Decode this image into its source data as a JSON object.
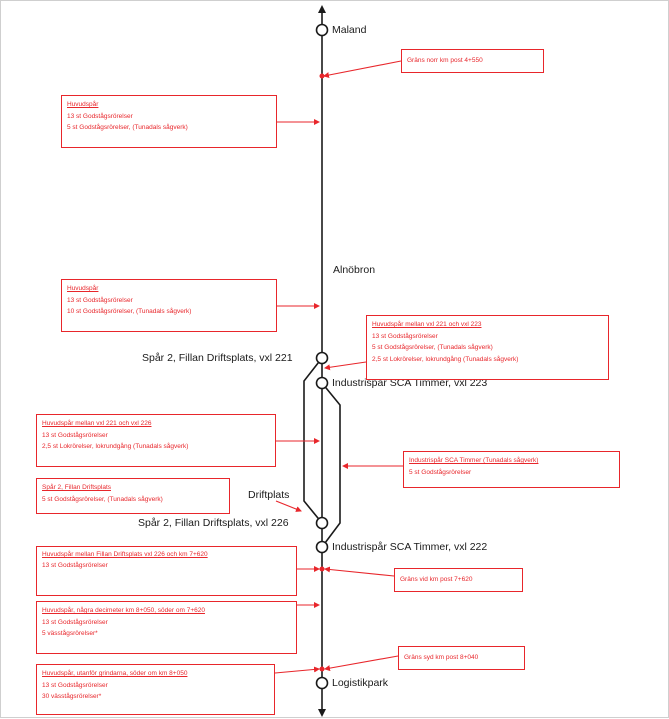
{
  "colors": {
    "annotation": "#e8262b",
    "track": "#1a1a1a",
    "station_fill": "#ffffff"
  },
  "stations": {
    "maland": "Maland",
    "alnobron": "Alnöbron",
    "vxl221": "Spår 2, Fillan Driftsplats, vxl 221",
    "vxl223": "Industrispår SCA Timmer, vxl 223",
    "vxl226": "Spår 2, Fillan Driftsplats, vxl 226",
    "vxl222": "Industrispår SCA Timmer, vxl 222",
    "driftplats": "Driftplats",
    "logistikpark": "Logistikpark"
  },
  "boxes": {
    "b1": {
      "lines": [
        "Gräns norr km post 4+550"
      ]
    },
    "b2": {
      "title": "Huvudspår",
      "lines": [
        "13 st Godstågsrörelser",
        "5 st Godstågsrörelser, (Tunadals sågverk)"
      ]
    },
    "b3": {
      "title": "Huvudspår",
      "lines": [
        "13 st Godstågsrörelser",
        "10 st Godstågsrörelser, (Tunadals sågverk)"
      ]
    },
    "b4": {
      "title": "Huvudspår mellan vxl 221 och vxl 223",
      "lines": [
        "13 st Godstågsrörelser",
        "5 st Godstågsrörelser, (Tunadals sågverk)",
        "2,5 st Lokrörelser, lokrundgång (Tunadals sågverk)"
      ]
    },
    "b5": {
      "title": "Huvudspår mellan vxl 221 och vxl 226",
      "lines": [
        "13 st Godstågsrörelser",
        "2,5 st Lokrörelser, lokrundgång (Tunadals sågverk)"
      ]
    },
    "b6": {
      "title": "Industrispår SCA Timmer (Tunadals sågverk)",
      "lines": [
        "5 st Godstågsrörelser"
      ]
    },
    "b7": {
      "title": "Spår 2, Fillan Driftsplats",
      "lines": [
        "5 st Godstågsrörelser, (Tunadals sågverk)"
      ]
    },
    "b8": {
      "title": "Huvudspår mellan Fillan Driftsplats vxl 226 och km 7+620",
      "lines": [
        "13 st Godstågsrörelser"
      ]
    },
    "b9": {
      "lines": [
        "Gräns vid km post 7+620"
      ]
    },
    "b10": {
      "title": "Huvudspår, några decimeter km 8+050, söder om 7+620",
      "lines": [
        "13 st Godstågsrörelser",
        "5 vässtågsrörelser*"
      ]
    },
    "b11": {
      "lines": [
        "Gräns syd km post 8+040"
      ]
    },
    "b12": {
      "title": "Huvudspår, utanför grindarna, söder om km 8+050",
      "lines": [
        "13 st Godstågsrörelser",
        "30 vässtågsrörelser*"
      ]
    }
  }
}
